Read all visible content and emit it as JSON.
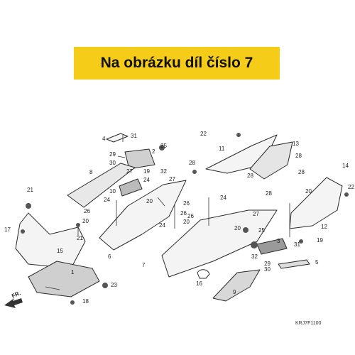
{
  "banner": {
    "text": "Na obrázku díl číslo 7"
  },
  "diagram": {
    "code": "KRJ7F1100",
    "direction": "FR.",
    "callouts": [
      {
        "id": "c4",
        "label": "4"
      },
      {
        "id": "c31a",
        "label": "31"
      },
      {
        "id": "c29a",
        "label": "29"
      },
      {
        "id": "c2",
        "label": "2"
      },
      {
        "id": "c30a",
        "label": "30"
      },
      {
        "id": "c25a",
        "label": "25"
      },
      {
        "id": "c32a",
        "label": "32"
      },
      {
        "id": "c8",
        "label": "8"
      },
      {
        "id": "c27a",
        "label": "27"
      },
      {
        "id": "c19a",
        "label": "19"
      },
      {
        "id": "c24a",
        "label": "24"
      },
      {
        "id": "c27b",
        "label": "27"
      },
      {
        "id": "c10",
        "label": "10"
      },
      {
        "id": "c24b",
        "label": "24"
      },
      {
        "id": "c20a",
        "label": "20"
      },
      {
        "id": "c26a",
        "label": "26"
      },
      {
        "id": "c26b",
        "label": "26"
      },
      {
        "id": "c21a",
        "label": "21"
      },
      {
        "id": "c20b",
        "label": "20"
      },
      {
        "id": "c26c",
        "label": "26"
      },
      {
        "id": "c17",
        "label": "17"
      },
      {
        "id": "c21b",
        "label": "21"
      },
      {
        "id": "c15",
        "label": "15"
      },
      {
        "id": "c6",
        "label": "6"
      },
      {
        "id": "c1",
        "label": "1"
      },
      {
        "id": "c23",
        "label": "23"
      },
      {
        "id": "c18",
        "label": "18"
      },
      {
        "id": "c22a",
        "label": "22"
      },
      {
        "id": "c11",
        "label": "11"
      },
      {
        "id": "c13",
        "label": "13"
      },
      {
        "id": "c28a",
        "label": "28"
      },
      {
        "id": "c28b",
        "label": "28"
      },
      {
        "id": "c14",
        "label": "14"
      },
      {
        "id": "c28c",
        "label": "28"
      },
      {
        "id": "c28d",
        "label": "28"
      },
      {
        "id": "c28e",
        "label": "28"
      },
      {
        "id": "c22b",
        "label": "22"
      },
      {
        "id": "c24c",
        "label": "24"
      },
      {
        "id": "c12",
        "label": "12"
      },
      {
        "id": "c20c",
        "label": "20"
      },
      {
        "id": "c26d",
        "label": "26"
      },
      {
        "id": "c24d",
        "label": "24"
      },
      {
        "id": "c20d",
        "label": "20"
      },
      {
        "id": "c27c",
        "label": "27"
      },
      {
        "id": "c20e",
        "label": "20"
      },
      {
        "id": "c25b",
        "label": "25"
      },
      {
        "id": "c3",
        "label": "3"
      },
      {
        "id": "c31b",
        "label": "31"
      },
      {
        "id": "c19b",
        "label": "19"
      },
      {
        "id": "c32b",
        "label": "32"
      },
      {
        "id": "c7",
        "label": "7"
      },
      {
        "id": "c5",
        "label": "5"
      },
      {
        "id": "c29b",
        "label": "29"
      },
      {
        "id": "c30b",
        "label": "30"
      },
      {
        "id": "c16",
        "label": "16"
      },
      {
        "id": "c9",
        "label": "9"
      }
    ]
  }
}
